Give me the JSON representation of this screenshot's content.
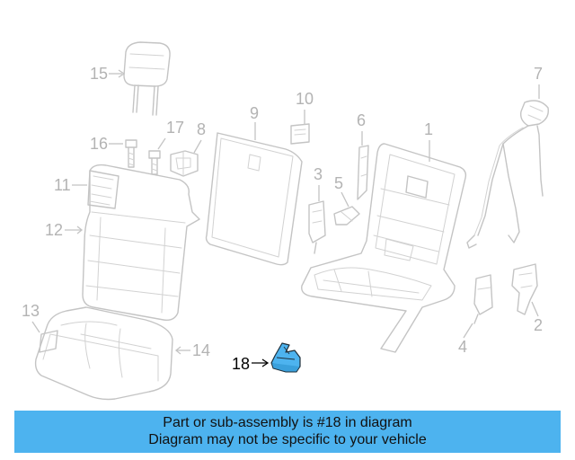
{
  "callouts": {
    "c1": "1",
    "c2": "2",
    "c3": "3",
    "c4": "4",
    "c5": "5",
    "c6": "6",
    "c7": "7",
    "c8": "8",
    "c9": "9",
    "c10": "10",
    "c11": "11",
    "c12": "12",
    "c13": "13",
    "c14": "14",
    "c15": "15",
    "c16": "16",
    "c17": "17",
    "c18": "18"
  },
  "highlight": {
    "part_number": "18",
    "color": "#4db3ef"
  },
  "banner": {
    "line1": "Part or sub-assembly is #18 in diagram",
    "line2": "Diagram may not be specific to your vehicle",
    "color": "#4db3ef"
  }
}
